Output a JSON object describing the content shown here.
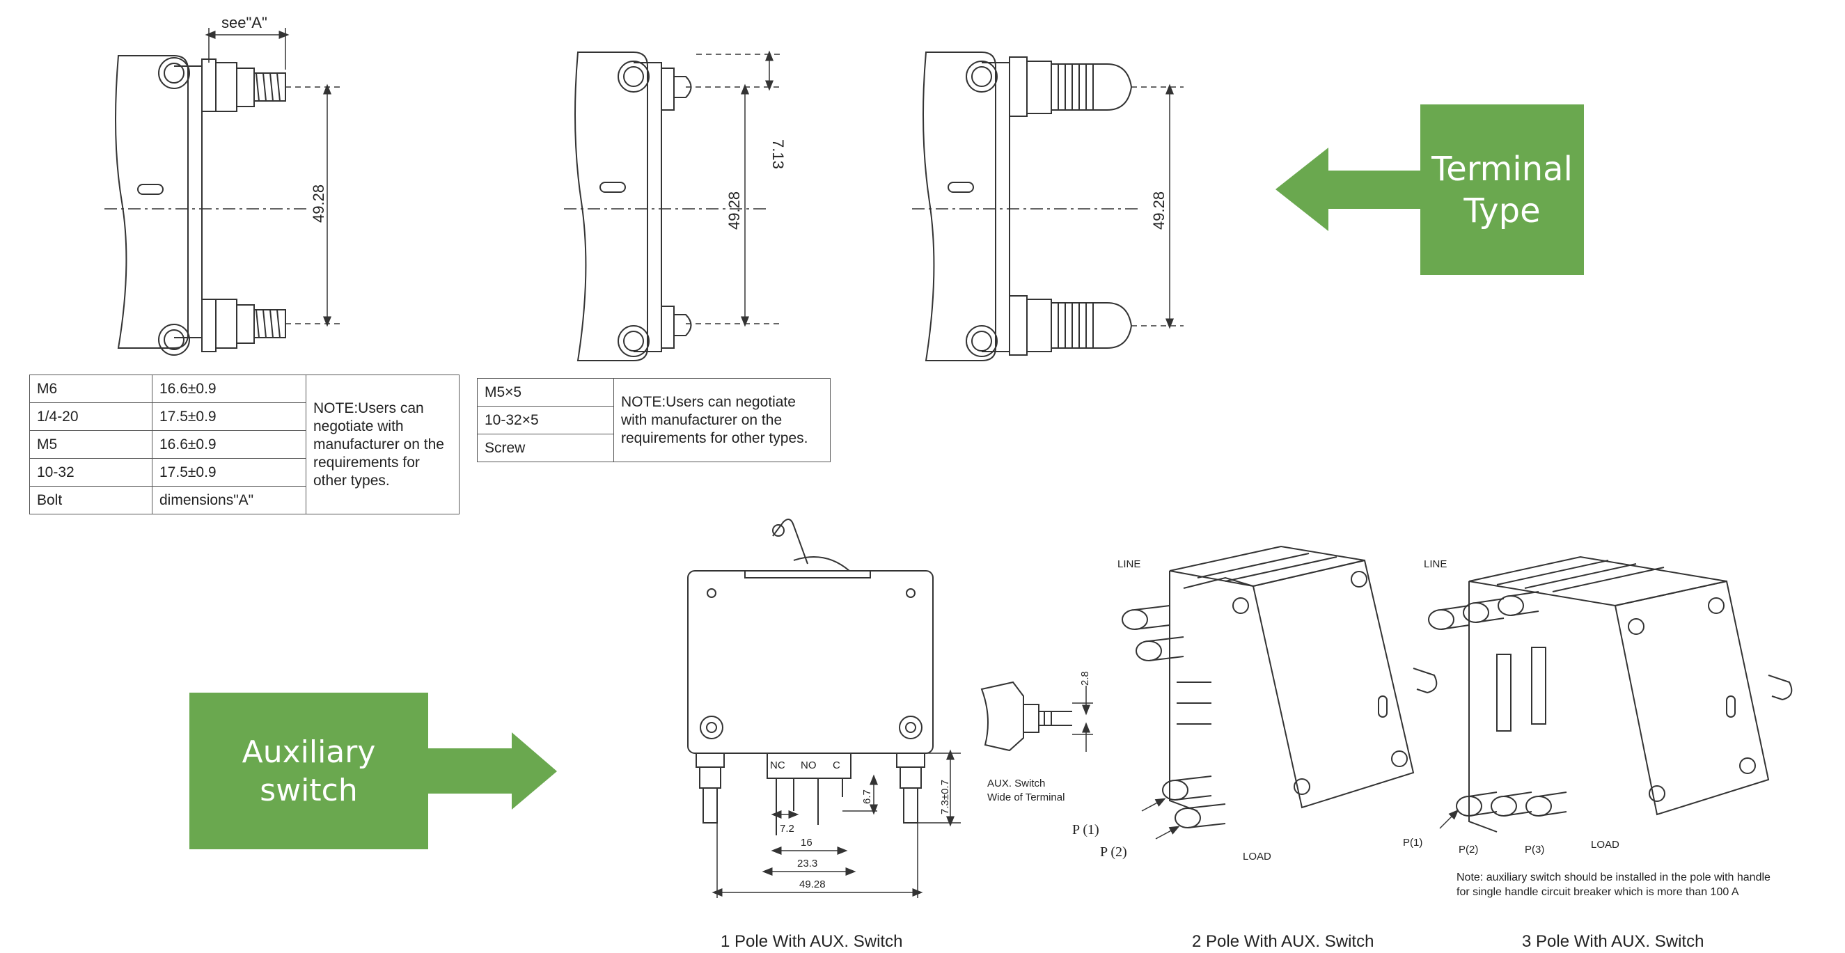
{
  "callouts": {
    "terminal_type": {
      "line1": "Terminal",
      "line2": "Type",
      "color": "#6aa84f"
    },
    "auxiliary_switch": {
      "line1": "Auxiliary",
      "line2": "switch",
      "color": "#6aa84f"
    }
  },
  "top_drawings": {
    "see_a": "see\"A\"",
    "dim_49_28_a": "49.28",
    "dim_49_28_b": "49.28",
    "dim_7_13": "7.13",
    "dim_49_28_c": "49.28"
  },
  "table1": {
    "rows": [
      {
        "type": "M6",
        "value": "16.6±0.9"
      },
      {
        "type": "1/4-20",
        "value": "17.5±0.9"
      },
      {
        "type": "M5",
        "value": "16.6±0.9"
      },
      {
        "type": "10-32",
        "value": "17.5±0.9"
      },
      {
        "type": "Bolt",
        "value": "dimensions\"A\""
      }
    ],
    "note": "NOTE:Users can negotiate with manufacturer on the requirements for other types."
  },
  "table2": {
    "rows": [
      {
        "type": "M5×5"
      },
      {
        "type": "10-32×5"
      },
      {
        "type": "Screw"
      }
    ],
    "note": "NOTE:Users can negotiate with manufacturer on the requirements for other types."
  },
  "one_pole": {
    "nc": "NC",
    "no": "NO",
    "c": "C",
    "d72": "7.2",
    "d16": "16",
    "d233": "23.3",
    "d4928": "49.28",
    "d67": "6.7",
    "d73": "7.3±0.7",
    "caption": "1 Pole With AUX. Switch"
  },
  "aux_detail": {
    "d28": "2.8",
    "label_line1": "AUX. Switch",
    "label_line2": "Wide of Terminal"
  },
  "two_pole": {
    "line": "LINE",
    "load": "LOAD",
    "p1": "P (1)",
    "p2": "P (2)",
    "caption": "2 Pole With AUX. Switch"
  },
  "three_pole": {
    "line": "LINE",
    "load": "LOAD",
    "p1": "P(1)",
    "p2": "P(2)",
    "p3": "P(3)",
    "note": "Note: auxiliary switch should be  installed in  the pole with handle for single handle circuit breaker which is more than 100 A",
    "caption": "3 Pole With AUX. Switch"
  }
}
